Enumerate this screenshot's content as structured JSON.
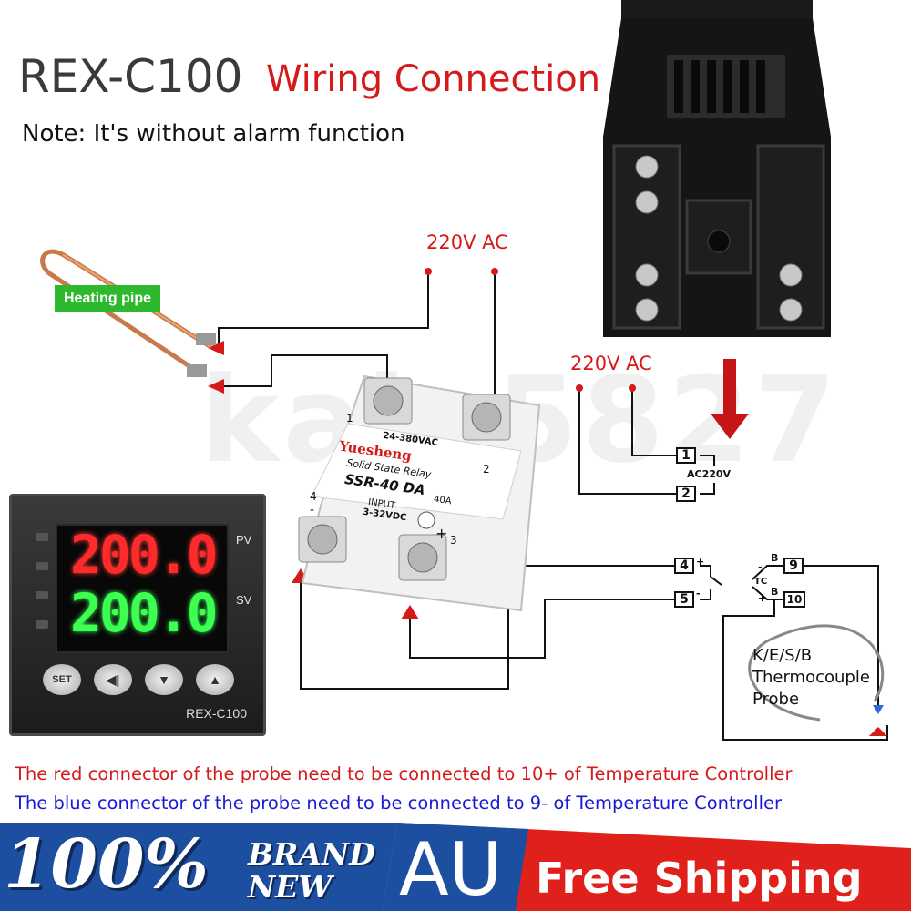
{
  "header": {
    "model": "REX-C100",
    "title": "Wiring Connection",
    "note": "Note: It's without alarm function"
  },
  "watermark": "kalo5827",
  "power_labels": {
    "ac_top": "220V AC",
    "ac_right": "220V AC"
  },
  "heating_pipe": {
    "label": "Heating pipe"
  },
  "controller": {
    "pv_value": "200.0",
    "sv_value": "200.0",
    "pv_label": "PV",
    "sv_label": "SV",
    "buttons": [
      "SET",
      "◀|",
      "▼",
      "▲"
    ],
    "model_label": "REX-C100"
  },
  "ssr": {
    "brand": "Yuesheng",
    "type": "Solid State Relay",
    "model": "SSR-40 DA",
    "rating": "40A",
    "ac_range": "24-380VAC",
    "input_label": "INPUT",
    "input_range": "3-32VDC",
    "terminal_1": "1",
    "terminal_2": "2",
    "terminal_3": "3",
    "terminal_4": "4",
    "plus": "+",
    "minus": "-"
  },
  "terminals": {
    "t1": "1",
    "t2": "2",
    "t4": "4",
    "t5": "5",
    "t9": "9",
    "t10": "10",
    "ac220v": "AC220V",
    "plus": "+",
    "minus": "-",
    "b": "B",
    "tc": "TC"
  },
  "probe": {
    "line1": "K/E/S/B",
    "line2": "Thermocouple",
    "line3": "Probe"
  },
  "notes": {
    "red": "The red connector of the probe need to be connected to 10+ of Temperature Controller",
    "blue": "The blue connector of the probe need to be connected to 9- of Temperature Controller"
  },
  "banner": {
    "percent": "100%",
    "brand": "BRAND",
    "new": "NEW",
    "region": "AU",
    "shipping": "Free Shipping"
  },
  "colors": {
    "red": "#d51a1a",
    "blue": "#1a1ad5",
    "green": "#2db82d",
    "banner_blue": "#1d4fa0",
    "banner_red": "#e0211b"
  }
}
